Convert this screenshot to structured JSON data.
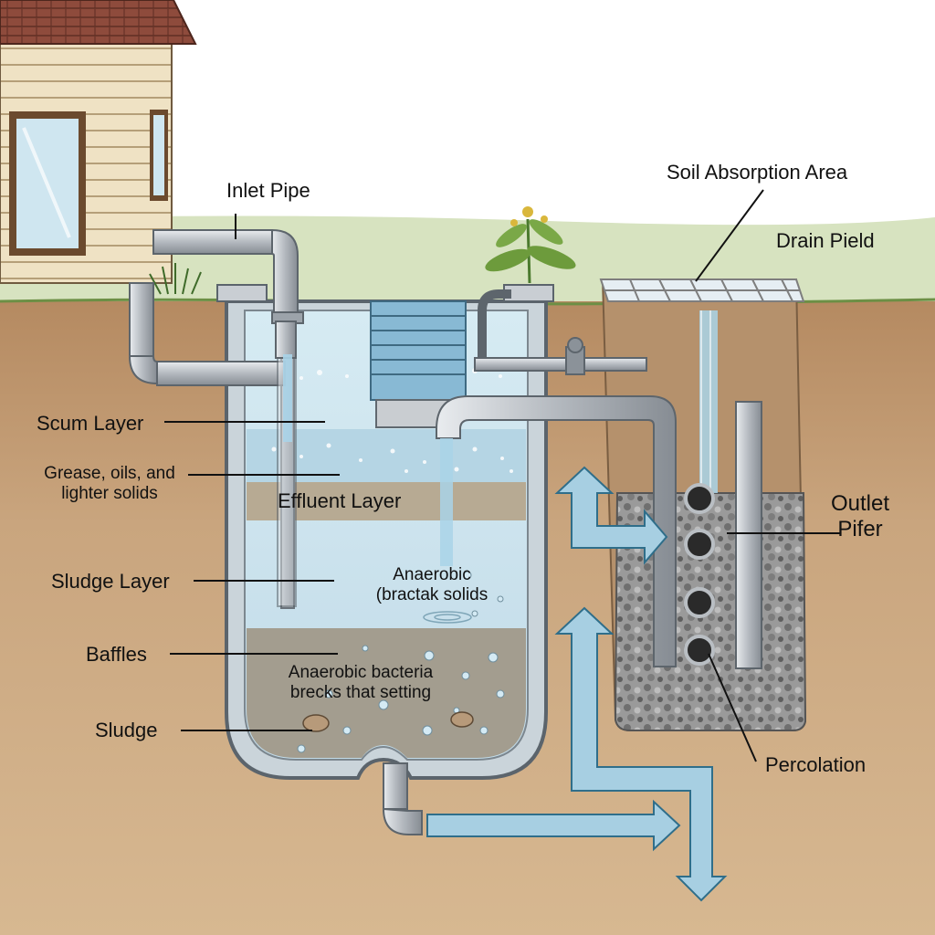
{
  "labels": {
    "inlet_pipe": "Inlet Pipe",
    "soil_absorption_area": "Soil Absorption Area",
    "drain_field": "Drain Pield",
    "scum_layer": "Scum Layer",
    "grease_line1": "Grease, oils, and",
    "grease_line2": "lighter solids",
    "effluent_layer": "Effluent Layer",
    "sludge_layer": "Sludge Layer",
    "anaerobic_line1": "Anaerobic",
    "anaerobic_line2": "(bractak solids",
    "baffles": "Baffles",
    "bacteria_line1": "Anaerobic bacteria",
    "bacteria_line2": "brecks that setting",
    "sludge": "Sludge",
    "outlet_line1": "Outlet",
    "outlet_line2": "Pifer",
    "percolation": "Percolation"
  },
  "colors": {
    "sky": "#ffffff",
    "grass": "#d7e3c0",
    "soil_top": "#b58a61",
    "soil_bottom": "#d2b08b",
    "water": "#cfe5ef",
    "scum": "#bcd9e6",
    "effluent_band": "#b7aa93",
    "sludge": "#a59f91",
    "pipe": "#b9bec3",
    "gravel": "#8d8d8d",
    "arrow": "#a7cfe2",
    "house_siding": "#efe2c4",
    "roof": "#8e4b3c"
  }
}
